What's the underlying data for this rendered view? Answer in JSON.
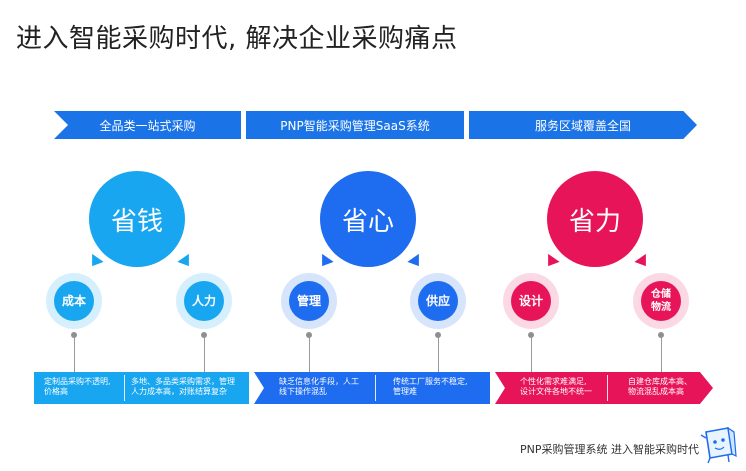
{
  "title": "进入智能采购时代, 解决企业采购痛点",
  "banners": [
    "全品类一站式采购",
    "PNP智能采购管理SaaS系统",
    "服务区域覆盖全国"
  ],
  "pillars": [
    {
      "label": "省钱",
      "color": "#18a6f0"
    },
    {
      "label": "省心",
      "color": "#1e6cf0"
    },
    {
      "label": "省力",
      "color": "#e8145a"
    }
  ],
  "nodes": [
    "成本",
    "人力",
    "管理",
    "供应",
    "设计",
    "仓储\n物流"
  ],
  "pain_points": [
    "定制品采购不透明,\n价格高",
    "多地、多品类采购需求，管理\n人力成本高，对账结算复杂",
    "缺乏信息化手段，人工\n线下操作混乱",
    "传统工厂服务不稳定,\n管理难",
    "个性化需求难满足,\n设计文件各地不统一",
    "自建仓库成本高、\n物流混乱成本高"
  ],
  "footer": "PNP采购管理系统  进入智能采购时代"
}
